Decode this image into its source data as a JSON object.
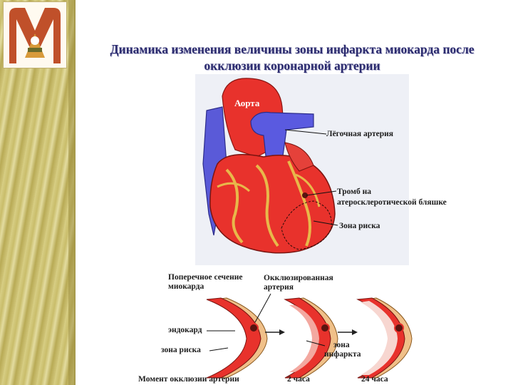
{
  "title": {
    "line1": "Динамика изменения величины зоны инфаркта миокарда после",
    "line2": "окклюзии коронарной артерии"
  },
  "heart_labels": {
    "aorta": "Аорта",
    "pulmonary_artery": "Лёгочная артерия",
    "thrombus_line1": "Тромб на",
    "thrombus_line2": "атеросклеротической бляшке",
    "risk_zone": "Зона риска"
  },
  "section_labels": {
    "cross_section_line1": "Поперечное сечение",
    "cross_section_line2": "миокарда",
    "occluded_artery_line1": "Окклюзированная",
    "occluded_artery_line2": "артерия",
    "endocardium": "эндокард",
    "risk_zone": "зона риска",
    "infarct_zone_line1": "зона",
    "infarct_zone_line2": "инфаркта"
  },
  "time_labels": {
    "occlusion_moment": "Момент окклюзии артерии",
    "hours_2": "2 часа",
    "hours_24": "24 часа"
  },
  "colors": {
    "heart_red": "#e8322c",
    "vessel_blue": "#5a5adc",
    "title_color": "#2b2b6e"
  }
}
